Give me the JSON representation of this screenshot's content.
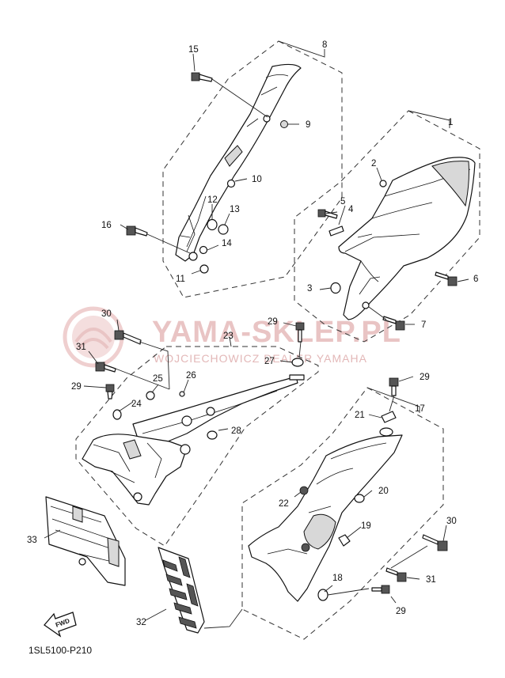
{
  "watermark": {
    "title": "YAMA-SKLEP.PL",
    "subtitle": "WOJCIECHOWICZ DEALER YAMAHA",
    "accent": "#e9c4c4"
  },
  "diagram_code": "1SL5100-P210",
  "fwd_label": "FWD",
  "callouts": {
    "c1": "1",
    "c2": "2",
    "c3": "3",
    "c4": "4",
    "c5": "5",
    "c6": "6",
    "c7": "7",
    "c8": "8",
    "c9": "9",
    "c10": "10",
    "c11": "11",
    "c12": "12",
    "c13": "13",
    "c14": "14",
    "c15": "15",
    "c16": "16",
    "c17": "17",
    "c18": "18",
    "c19": "19",
    "c20": "20",
    "c21": "21",
    "c22": "22",
    "c23": "23",
    "c24": "24",
    "c25": "25",
    "c26": "26",
    "c27": "27",
    "c28": "28",
    "c29a": "29",
    "c29b": "29",
    "c29c": "29",
    "c29d": "29",
    "c30a": "30",
    "c30b": "30",
    "c31a": "31",
    "c31b": "31",
    "c32": "32",
    "c33": "33"
  }
}
